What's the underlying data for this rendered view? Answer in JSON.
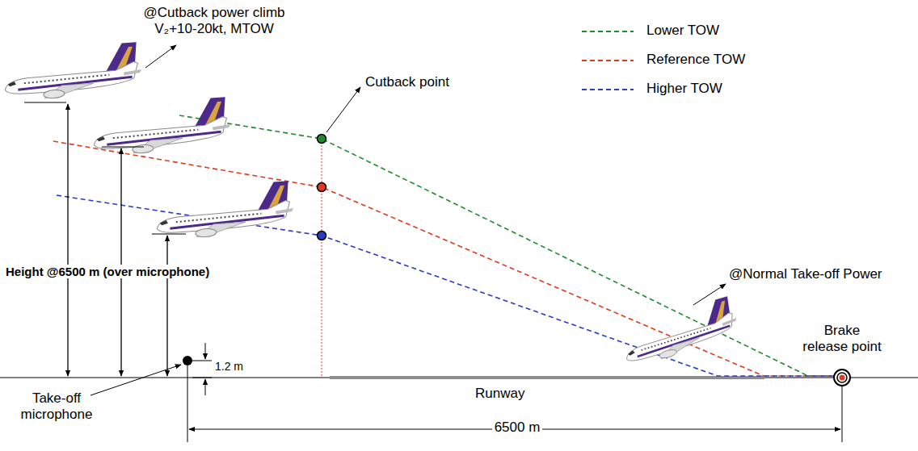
{
  "diagram": {
    "labels": [
      "@Cutback power climb V₂+10-20kt, MTOW",
      "Cutback point",
      "Height @6500 m (over microphone)",
      "1.2 m",
      "Take-off microphone",
      "Runway",
      "6500 m",
      "@Normal Take-off Power",
      "Brake release point"
    ],
    "legend": [
      {
        "text": "Lower TOW"
      },
      {
        "text": "Reference TOW"
      },
      {
        "text": "Higher TOW"
      }
    ]
  }
}
